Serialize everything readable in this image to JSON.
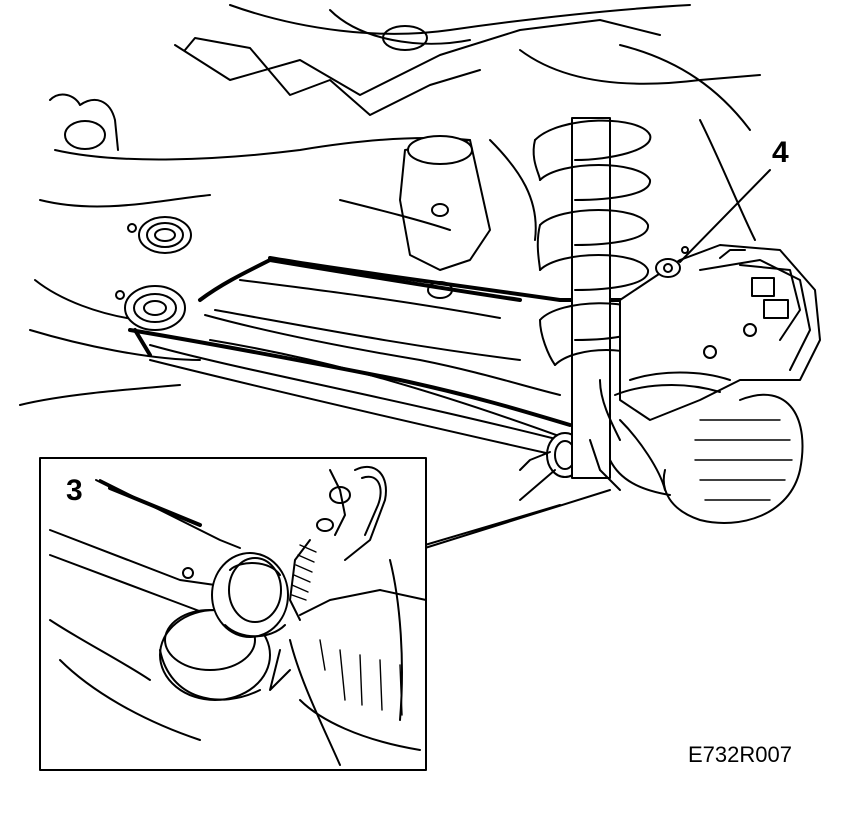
{
  "figure": {
    "callouts": {
      "hub_bolt": "4",
      "link_bolt": "3"
    },
    "drawing_code": "E732R007"
  }
}
